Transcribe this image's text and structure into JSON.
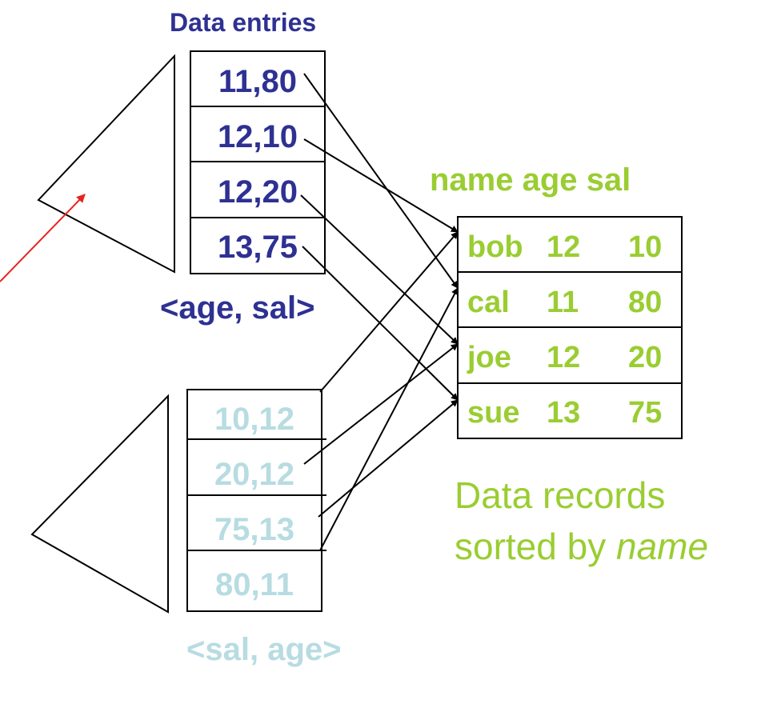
{
  "title": "Data entries",
  "index_age_sal": {
    "caption": "<age, sal>",
    "entries": [
      "11,80",
      "12,10",
      "12,20",
      "13,75"
    ]
  },
  "index_sal_age": {
    "caption": "<sal, age>",
    "entries": [
      "10,12",
      "20,12",
      "75,13",
      "80,11"
    ]
  },
  "records": {
    "header": {
      "name": "name",
      "age": "age",
      "sal": "sal"
    },
    "rows": [
      {
        "name": "bob",
        "age": "12",
        "sal": "10"
      },
      {
        "name": "cal",
        "age": "11",
        "sal": "80"
      },
      {
        "name": "joe",
        "age": "12",
        "sal": "20"
      },
      {
        "name": "sue",
        "age": "13",
        "sal": "75"
      }
    ],
    "caption_line1": "Data records",
    "caption_line2_prefix": "sorted by ",
    "caption_line2_em": "name"
  },
  "colors": {
    "navy": "#2e3192",
    "light_blue": "#b7dce1",
    "green": "#9acd32",
    "red_arrow": "#e8231f",
    "line": "#000000"
  },
  "links": {
    "age_sal_to_record": [
      1,
      0,
      2,
      3
    ],
    "sal_age_to_record": [
      0,
      2,
      3,
      1
    ]
  }
}
